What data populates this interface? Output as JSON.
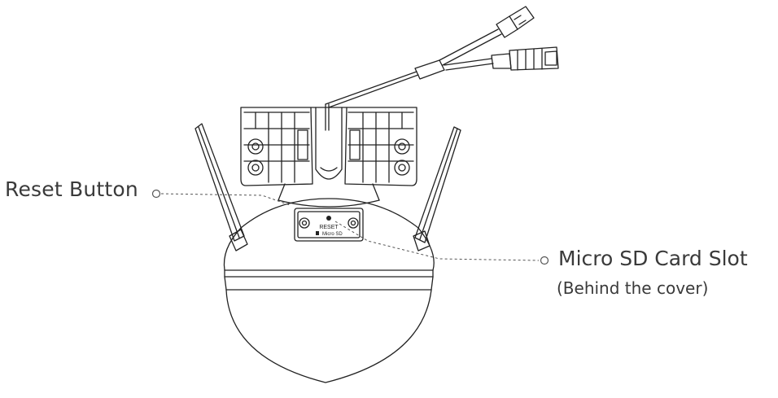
{
  "callouts": {
    "reset": {
      "label": "Reset Button"
    },
    "sd": {
      "label": "Micro SD Card Slot",
      "note": "(Behind the cover)"
    }
  },
  "panel": {
    "reset_text": "RESET",
    "sd_text": "Micro SD"
  },
  "colors": {
    "line": "#222222",
    "text": "#3a3a3a",
    "leader": "#555555"
  }
}
